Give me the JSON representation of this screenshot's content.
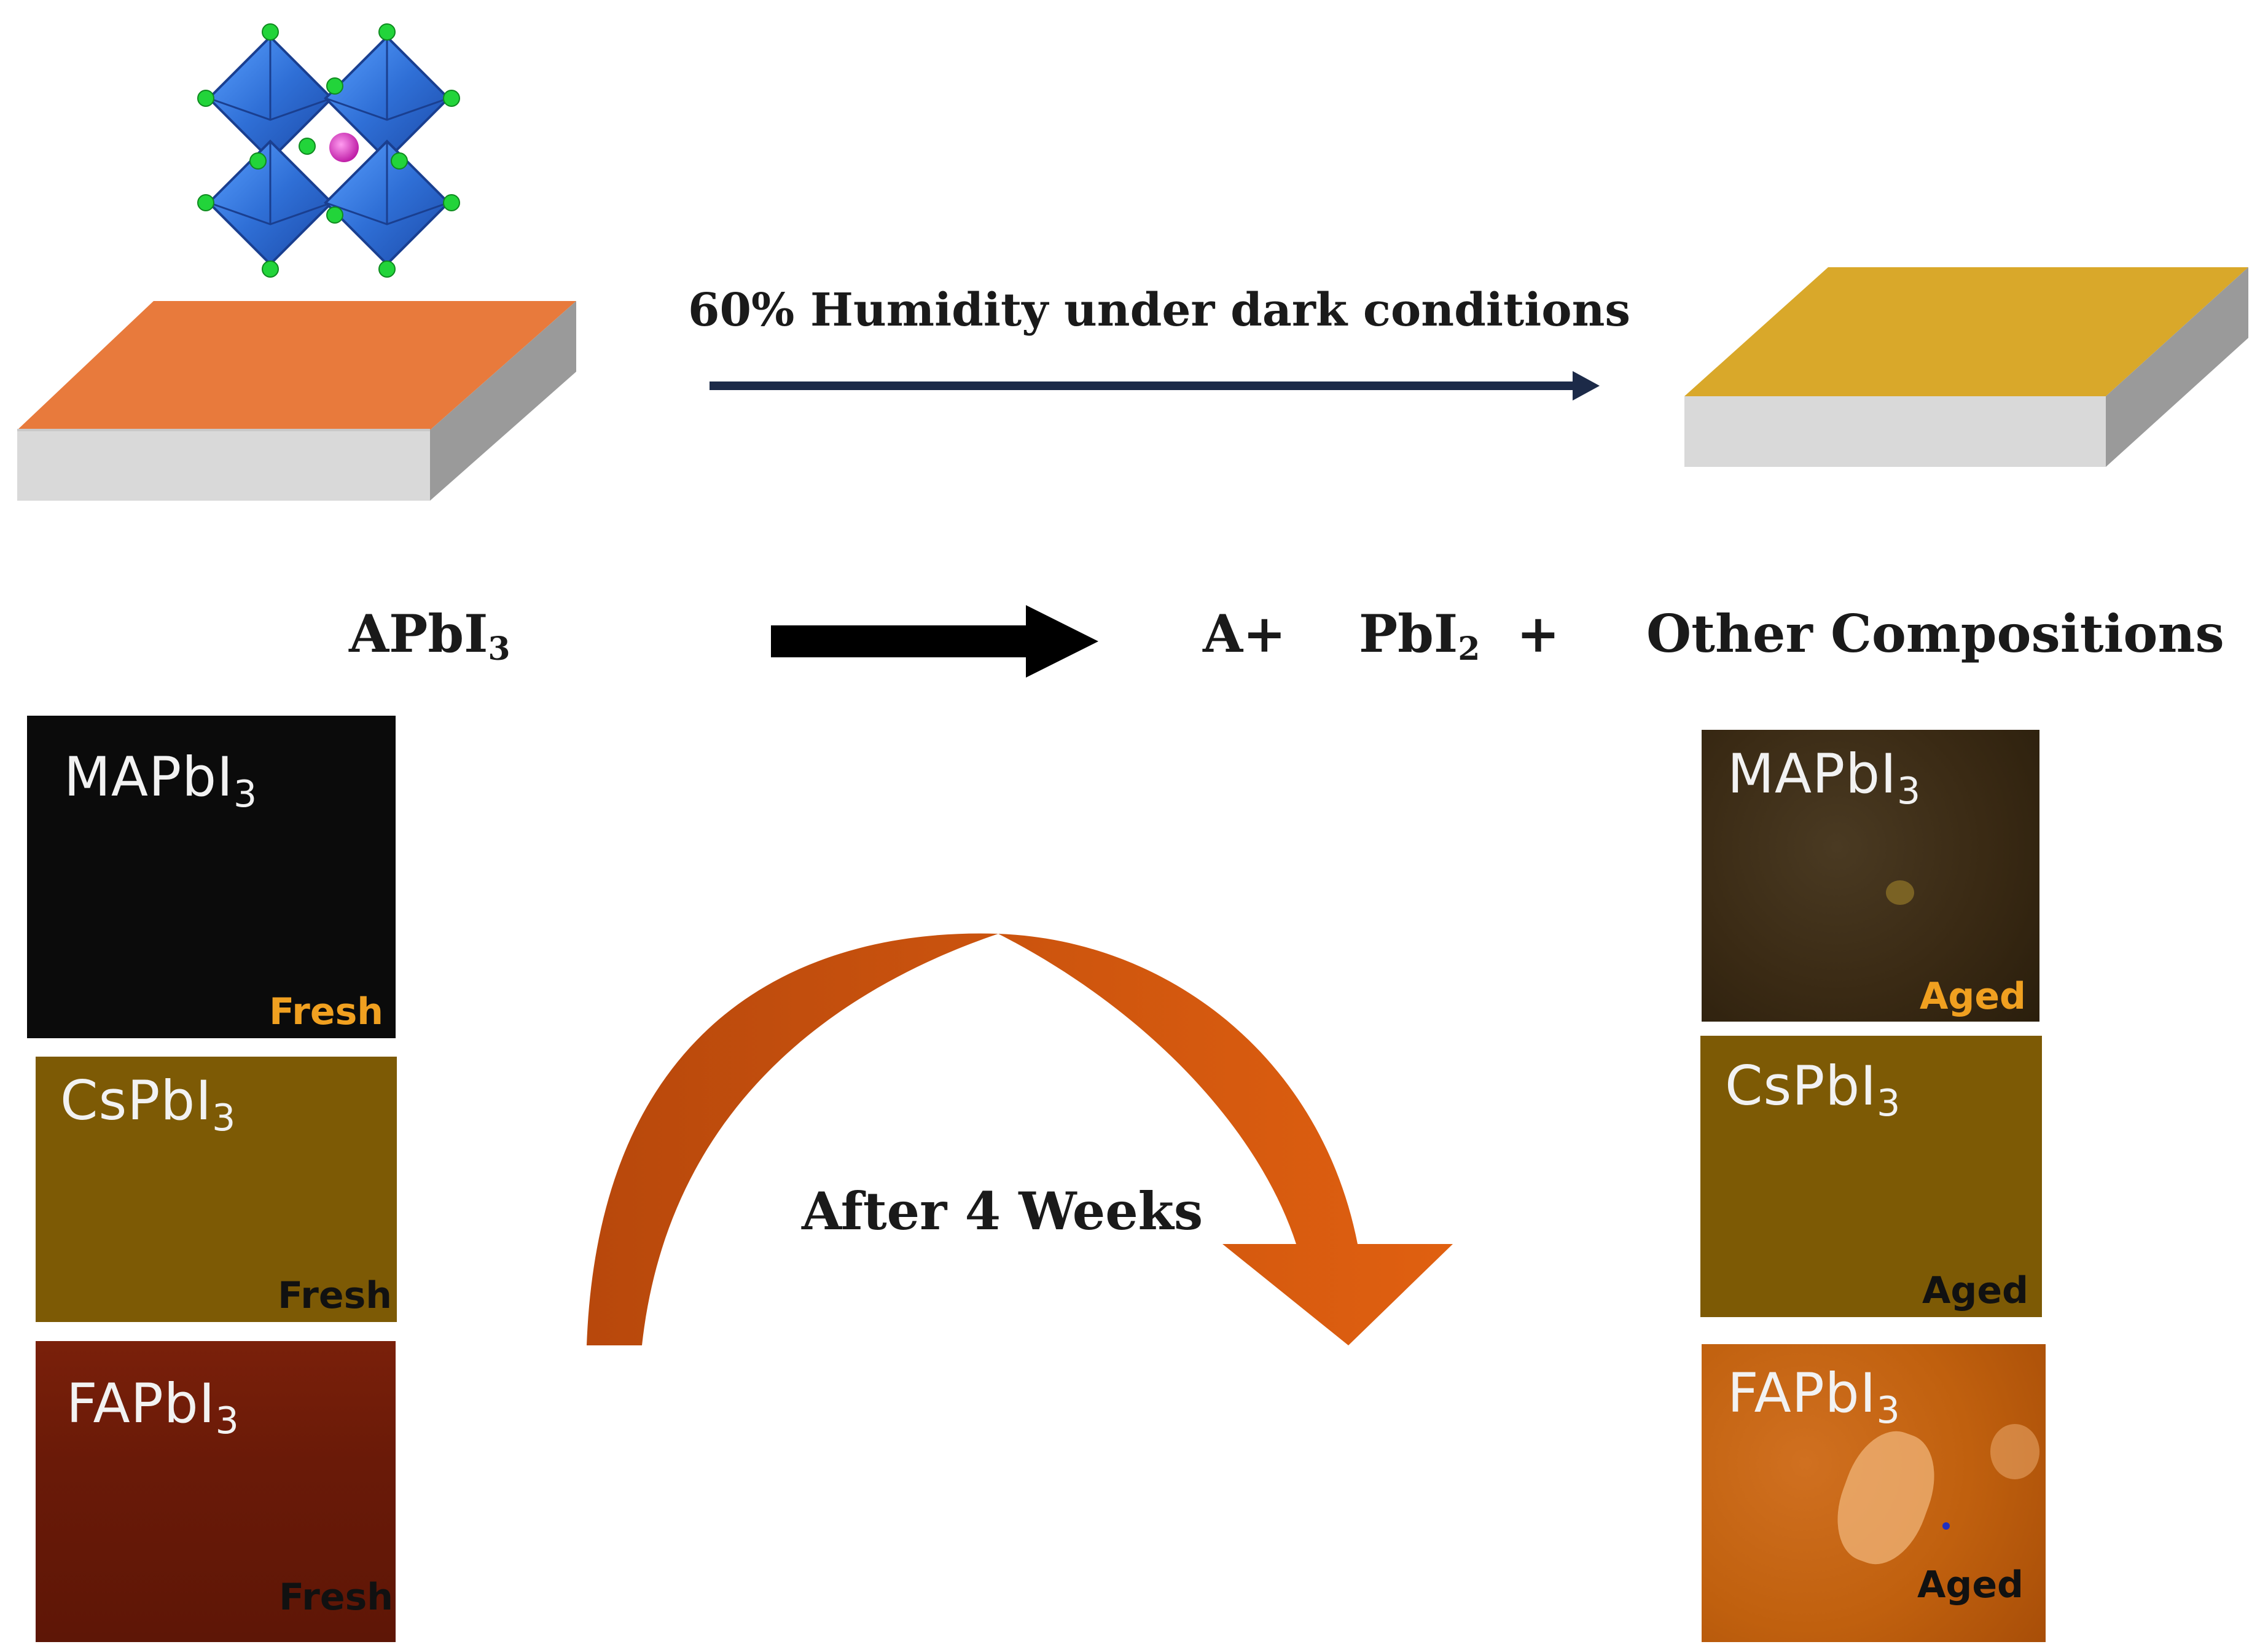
{
  "process_label": "60% Humidity under dark conditions",
  "reaction": {
    "reactant": "APbI",
    "reactant_sub": "3",
    "product_a": "A+",
    "product_b": "PbI",
    "product_b_sub": "2",
    "product_b_plus": "+",
    "product_c": "Other Compositions"
  },
  "time_label": "After 4 Weeks",
  "fresh_samples": [
    {
      "name": "MAPbI",
      "sub": "3",
      "tag": "Fresh"
    },
    {
      "name": "CsPbI",
      "sub": "3",
      "tag": "Fresh"
    },
    {
      "name": "FAPbI",
      "sub": "3",
      "tag": "Fresh"
    }
  ],
  "aged_samples": [
    {
      "name": "MAPbI",
      "sub": "3",
      "tag": "Aged"
    },
    {
      "name": "CsPbI",
      "sub": "3",
      "tag": "Aged"
    },
    {
      "name": "FAPbI",
      "sub": "3",
      "tag": "Aged"
    }
  ],
  "colors": {
    "fresh_film": "#e87a3c",
    "aged_film": "#d9a82a",
    "substrate": "#d8d8d8",
    "octahedra": "#2f6fd6",
    "halide": "#22d43a",
    "a_cation": "#e040c8",
    "curved_arrow": "#d85a12",
    "mapbi3_fresh": "#0b0b0b",
    "cspbi3_fresh": "#7d5a05",
    "fapbi3_fresh": "#6a1a08",
    "mapbi3_aged": "#3a2a14",
    "cspbi3_aged": "#7d5a05",
    "fapbi3_aged": "#c0600e",
    "fresh_tag_light": "#f0a020",
    "tag_dark": "#111111"
  }
}
